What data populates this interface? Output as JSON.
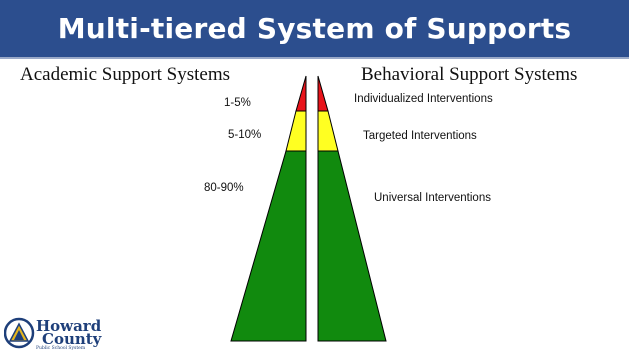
{
  "slide": {
    "title": "Multi-tiered System of Supports"
  },
  "columns": {
    "academic_heading": "Academic Support Systems",
    "behavioral_heading": "Behavioral Support Systems"
  },
  "tiers": [
    {
      "academic_label": "1-5%",
      "behavioral_label": "Individualized Interventions",
      "color": "#e8131a"
    },
    {
      "academic_label": "5-10%",
      "behavioral_label": "Targeted Interventions",
      "color": "#ffff22"
    },
    {
      "academic_label": "80-90%",
      "behavioral_label": "Universal Interventions",
      "color": "#118a0e"
    }
  ],
  "logo": {
    "line1": "Howard",
    "line2": "County",
    "sub": "Public School System",
    "color": "#1e3f7a"
  },
  "colors": {
    "title_bar": "#2c4e8e",
    "outline": "#000000"
  }
}
